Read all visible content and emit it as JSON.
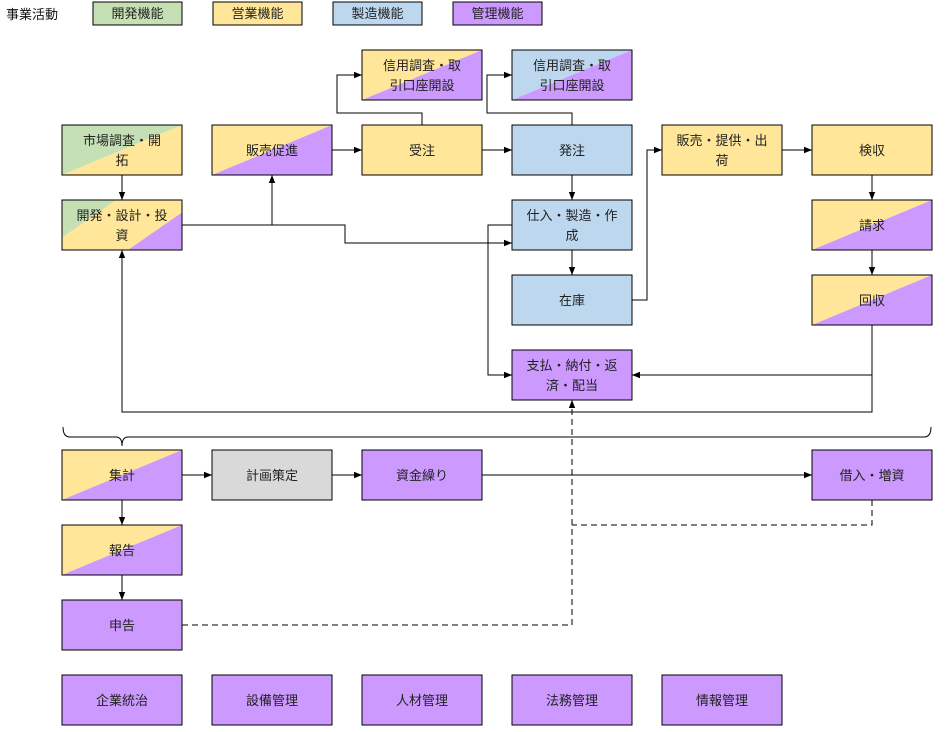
{
  "title": "事業活動",
  "colors": {
    "dev": "#c5e0b4",
    "sales": "#ffe699",
    "mfg": "#bdd7ee",
    "admin": "#cc99ff",
    "plan": "#d9d9d9"
  },
  "legend": [
    {
      "id": "dev",
      "label": "開発機能"
    },
    {
      "id": "sales",
      "label": "営業機能"
    },
    {
      "id": "mfg",
      "label": "製造機能"
    },
    {
      "id": "admin",
      "label": "管理機能"
    }
  ],
  "nodes": {
    "market": {
      "lines": [
        "市場調査・開",
        "拓"
      ],
      "colors": [
        "dev",
        "sales"
      ]
    },
    "devinv": {
      "lines": [
        "開発・設計・投",
        "資"
      ],
      "colors": [
        "dev",
        "sales",
        "admin"
      ]
    },
    "promo": {
      "lines": [
        "販売促進"
      ],
      "colors": [
        "sales",
        "admin"
      ]
    },
    "credit1": {
      "lines": [
        "信用調査・取",
        "引口座開設"
      ],
      "colors": [
        "sales",
        "admin"
      ]
    },
    "order_recv": {
      "lines": [
        "受注"
      ],
      "colors": [
        "sales"
      ]
    },
    "credit2": {
      "lines": [
        "信用調査・取",
        "引口座開設"
      ],
      "colors": [
        "mfg",
        "admin"
      ]
    },
    "order_place": {
      "lines": [
        "発注"
      ],
      "colors": [
        "mfg"
      ]
    },
    "produce": {
      "lines": [
        "仕入・製造・作",
        "成"
      ],
      "colors": [
        "mfg"
      ]
    },
    "stock": {
      "lines": [
        "在庫"
      ],
      "colors": [
        "mfg"
      ]
    },
    "payment": {
      "lines": [
        "支払・納付・返",
        "済・配当"
      ],
      "colors": [
        "admin"
      ]
    },
    "ship": {
      "lines": [
        "販売・提供・出",
        "荷"
      ],
      "colors": [
        "sales"
      ]
    },
    "inspect": {
      "lines": [
        "検収"
      ],
      "colors": [
        "sales"
      ]
    },
    "invoice": {
      "lines": [
        "請求"
      ],
      "colors": [
        "sales",
        "admin"
      ]
    },
    "collect": {
      "lines": [
        "回収"
      ],
      "colors": [
        "sales",
        "admin"
      ]
    },
    "aggregate": {
      "lines": [
        "集計"
      ],
      "colors": [
        "sales",
        "admin"
      ]
    },
    "planning": {
      "lines": [
        "計画策定"
      ],
      "colors": [
        "plan"
      ]
    },
    "cashflow": {
      "lines": [
        "資金繰り"
      ],
      "colors": [
        "admin"
      ]
    },
    "borrow": {
      "lines": [
        "借入・増資"
      ],
      "colors": [
        "admin"
      ]
    },
    "report": {
      "lines": [
        "報告"
      ],
      "colors": [
        "sales",
        "admin"
      ]
    },
    "filing": {
      "lines": [
        "申告"
      ],
      "colors": [
        "admin"
      ]
    },
    "governance": {
      "lines": [
        "企業統治"
      ],
      "colors": [
        "admin"
      ]
    },
    "facility": {
      "lines": [
        "設備管理"
      ],
      "colors": [
        "admin"
      ]
    },
    "hr": {
      "lines": [
        "人材管理"
      ],
      "colors": [
        "admin"
      ]
    },
    "legal": {
      "lines": [
        "法務管理"
      ],
      "colors": [
        "admin"
      ]
    },
    "info": {
      "lines": [
        "情報管理"
      ],
      "colors": [
        "admin"
      ]
    }
  }
}
